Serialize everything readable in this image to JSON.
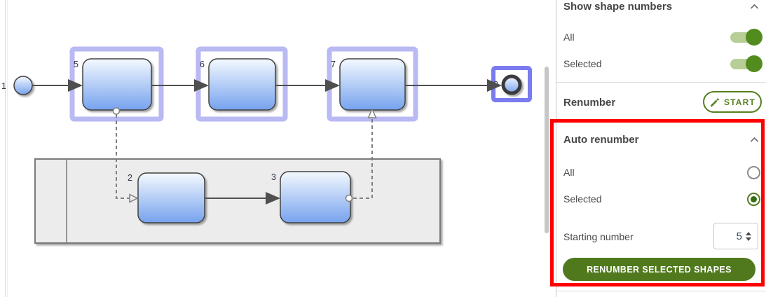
{
  "canvas": {
    "shape_numbers": {
      "start": "1",
      "task5": "5",
      "task6": "6",
      "task7": "7",
      "end_event": "8",
      "task2": "2",
      "task3": "3"
    }
  },
  "panel": {
    "show_shape_numbers": {
      "title": "Show shape numbers",
      "all_label": "All",
      "all_toggle_state": "on",
      "selected_label": "Selected",
      "selected_toggle_state": "on"
    },
    "renumber": {
      "label": "Renumber",
      "start_button_label": "START"
    },
    "auto_renumber": {
      "title": "Auto renumber",
      "all_label": "All",
      "all_radio_state": "unselected",
      "selected_label": "Selected",
      "selected_radio_state": "selected",
      "starting_number_label": "Starting number",
      "starting_number_value": "5",
      "renumber_button_label": "RENUMBER SELECTED SHAPES"
    }
  },
  "colors": {
    "accent_green": "#50791d",
    "toggle_track_green": "#b7ce97",
    "annotation_red": "#ff0000",
    "selection_highlight": "#b9b9f3",
    "selection_highlight_strong": "#7b7bf0",
    "shape_gradient_top": "#f4f9fe",
    "shape_gradient_bottom": "#76a2ee"
  }
}
